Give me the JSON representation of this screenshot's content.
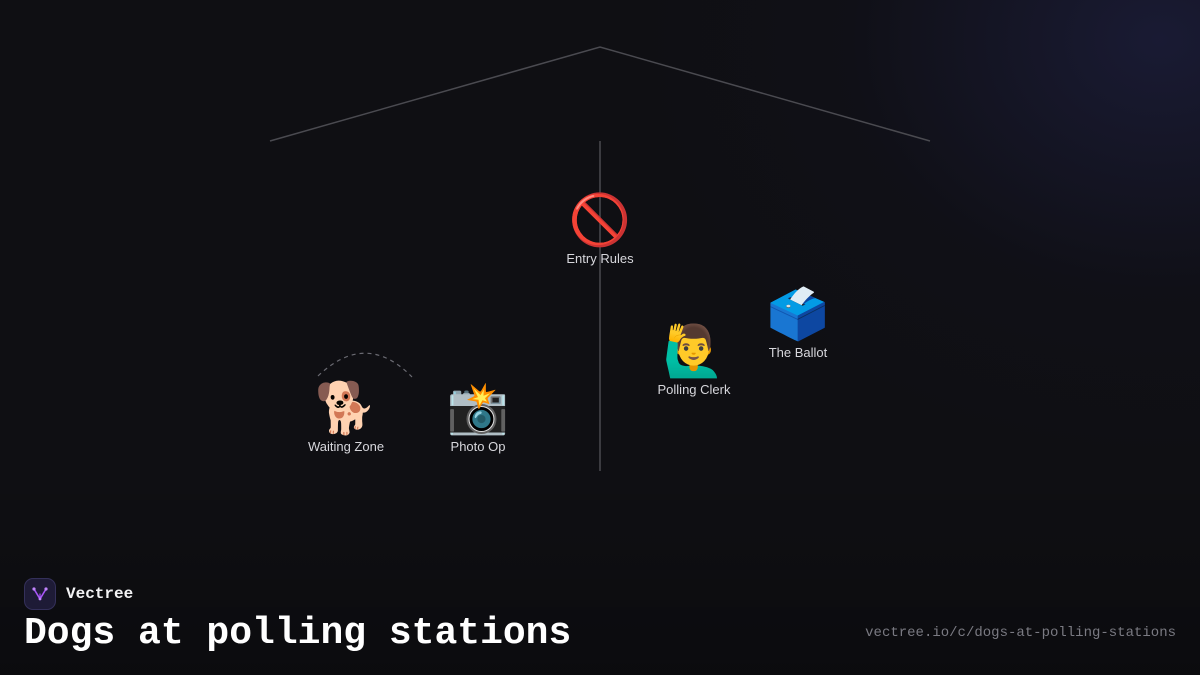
{
  "diagram": {
    "nodes": [
      {
        "id": "entry-rules",
        "emoji": "🚫",
        "label": "Entry Rules"
      },
      {
        "id": "the-ballot",
        "emoji": "🗳️",
        "label": "The Ballot"
      },
      {
        "id": "polling-clerk",
        "emoji": "🙋‍♂️",
        "label": "Polling Clerk"
      },
      {
        "id": "waiting-zone",
        "emoji": "🐕",
        "label": "Waiting Zone"
      },
      {
        "id": "photo-op",
        "emoji": "📸",
        "label": "Photo Op"
      }
    ]
  },
  "footer": {
    "brand": "Vectree",
    "title": "Dogs at polling stations",
    "url": "vectree.io/c/dogs-at-polling-stations"
  },
  "colors": {
    "background": "#0f0f13",
    "line": "#4a4a50",
    "label": "#d7d7dc",
    "brand_accent": "#a855f7"
  }
}
